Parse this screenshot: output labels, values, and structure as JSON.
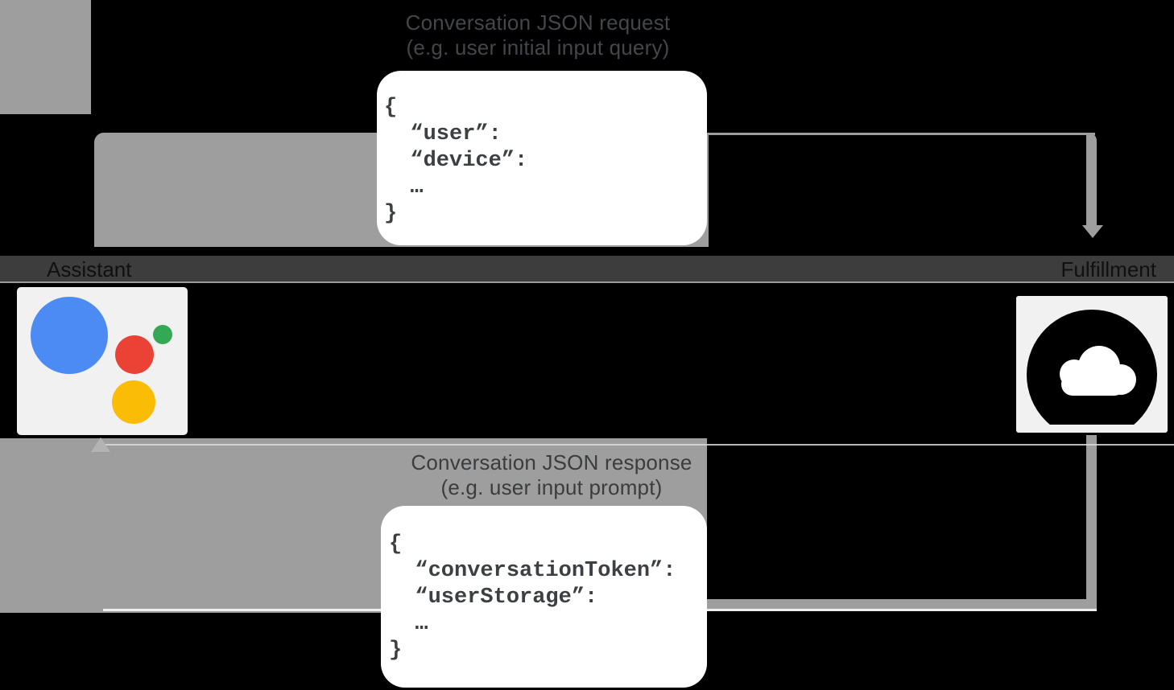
{
  "request_label": {
    "line1": "Conversation JSON request",
    "line2": "(e.g. user initial input query)"
  },
  "request_json": {
    "lines": [
      "{",
      "  “user”:",
      "  “device”:",
      "  …",
      "}"
    ]
  },
  "response_label": {
    "line1": "Conversation JSON response",
    "line2": "(e.g. user input prompt)"
  },
  "response_json": {
    "lines": [
      "{",
      "  “conversationToken”:",
      "  “userStorage”:",
      "  …",
      "}"
    ]
  },
  "entities": {
    "assistant": {
      "label": "Assistant",
      "icon": "google-assistant-logo"
    },
    "fulfillment": {
      "label": "Fulfillment",
      "icon": "cloud-icon"
    }
  },
  "colors": {
    "background": "#000000",
    "arrow_gray": "#9E9E9E",
    "entity_band": "#3D3D3D",
    "card_background": "#FFFFFF",
    "code_text": "#3C4043",
    "tile_background": "#F1F1F2",
    "assistant_blue": "#4C8BF4",
    "assistant_red": "#EA4335",
    "assistant_green": "#34A853",
    "assistant_yellow": "#FBBC05",
    "cloud_glyph": "#000000"
  }
}
